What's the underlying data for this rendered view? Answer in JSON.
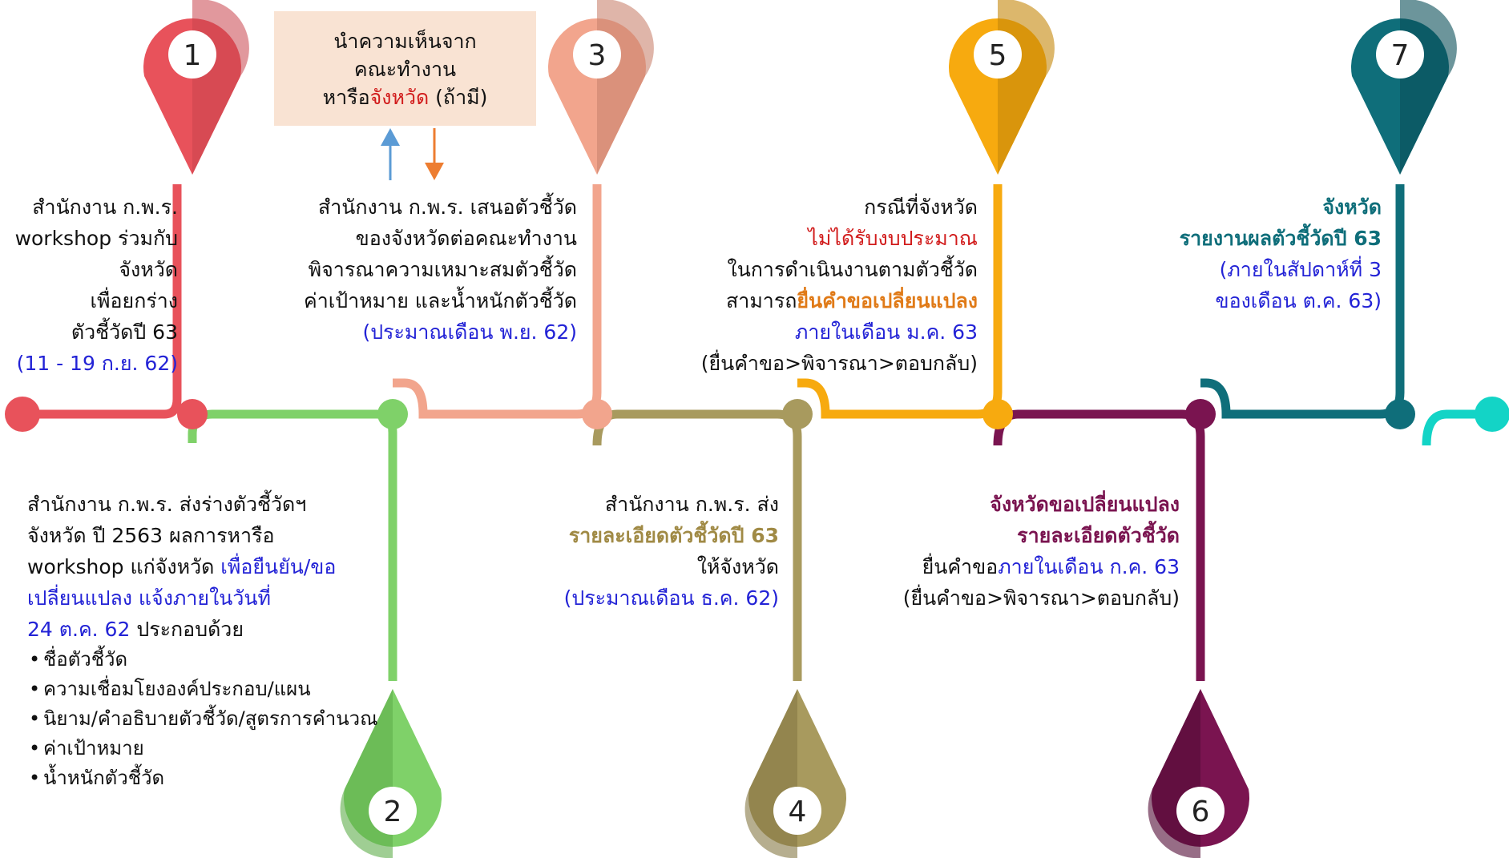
{
  "colors": {
    "c1": "#e8525b",
    "c2": "#7fd169",
    "c3": "#f2a58d",
    "c4": "#a89a5e",
    "c5": "#f7aa0f",
    "c6": "#7a1450",
    "c7": "#0f6e7a",
    "c8": "#13d4c6",
    "box_bg": "#f9e3d3",
    "blue": "#2323d6",
    "red": "#d11b1b",
    "orange": "#e07a17"
  },
  "pins": [
    {
      "number": "1",
      "color": "#e8525b",
      "dir": "up"
    },
    {
      "number": "2",
      "color": "#7fd169",
      "dir": "down"
    },
    {
      "number": "3",
      "color": "#f2a58d",
      "dir": "up"
    },
    {
      "number": "4",
      "color": "#a89a5e",
      "dir": "down"
    },
    {
      "number": "5",
      "color": "#f7aa0f",
      "dir": "up"
    },
    {
      "number": "6",
      "color": "#7a1450",
      "dir": "down"
    },
    {
      "number": "7",
      "color": "#0f6e7a",
      "dir": "up"
    }
  ],
  "box": {
    "line1": "นำความเห็นจาก",
    "line2": "คณะทำงาน",
    "line3_a": "หารือ",
    "line3_b": "จังหวัด",
    "line3_c": " (ถ้ามี)"
  },
  "step1": {
    "lines": [
      "สำนักงาน ก.พ.ร.",
      "workshop ร่วมกับ",
      "จังหวัด",
      "เพื่อยกร่าง",
      "ตัวชี้วัดปี 63"
    ],
    "date": "(11 - 19 ก.ย. 62)"
  },
  "step2": {
    "l1": "สำนักงาน ก.พ.ร. ส่งร่างตัวชี้วัดฯ",
    "l2": "จังหวัด ปี 2563 ผลการหารือ",
    "l3a": "workshop แก่จังหวัด ",
    "l3b": "เพื่อยืนยัน/ขอ",
    "l4": "เปลี่ยนแปลง แจ้งภายในวันที่",
    "l5a": "24 ต.ค. 62",
    "l5b": " ประกอบด้วย",
    "bullets": [
      "ชื่อตัวชี้วัด",
      "ความเชื่อมโยงองค์ประกอบ/แผน",
      "นิยาม/คำอธิบายตัวชี้วัด/สูตรการคำนวณ",
      "ค่าเป้าหมาย",
      "น้ำหนักตัวชี้วัด"
    ]
  },
  "step3": {
    "lines": [
      "สำนักงาน ก.พ.ร. เสนอตัวชี้วัด",
      "ของจังหวัดต่อคณะทำงาน",
      "พิจารณาความเหมาะสมตัวชี้วัด",
      "ค่าเป้าหมาย และน้ำหนักตัวชี้วัด"
    ],
    "date": "(ประมาณเดือน พ.ย. 62)"
  },
  "step4": {
    "l1": "สำนักงาน ก.พ.ร. ส่ง",
    "l2": "รายละเอียดตัวชี้วัดปี 63",
    "l3": "ให้จังหวัด",
    "date": "(ประมาณเดือน ธ.ค. 62)"
  },
  "step5": {
    "l1": "กรณีที่จังหวัด",
    "l2": "ไม่ได้รับงบประมาณ",
    "l3": "ในการดำเนินงานตามตัวชี้วัด",
    "l4a": "สามารถ",
    "l4b": "ยื่นคำขอเปลี่ยนแปลง",
    "l5": "ภายในเดือน ม.ค. 63",
    "l6": "(ยื่นคำขอ>พิจารณา>ตอบกลับ)"
  },
  "step6": {
    "l1": "จังหวัดขอเปลี่ยนแปลง",
    "l2": "รายละเอียดตัวชี้วัด",
    "l3a": "ยื่นคำขอ",
    "l3b": "ภายในเดือน ก.ค. 63",
    "l4": "(ยื่นคำขอ>พิจารณา>ตอบกลับ)"
  },
  "step7": {
    "l1": "จังหวัด",
    "l2": "รายงานผลตัวชี้วัดปี 63",
    "l3": "(ภายในสัปดาห์ที่ 3",
    "l4": "ของเดือน ต.ค. 63)"
  }
}
